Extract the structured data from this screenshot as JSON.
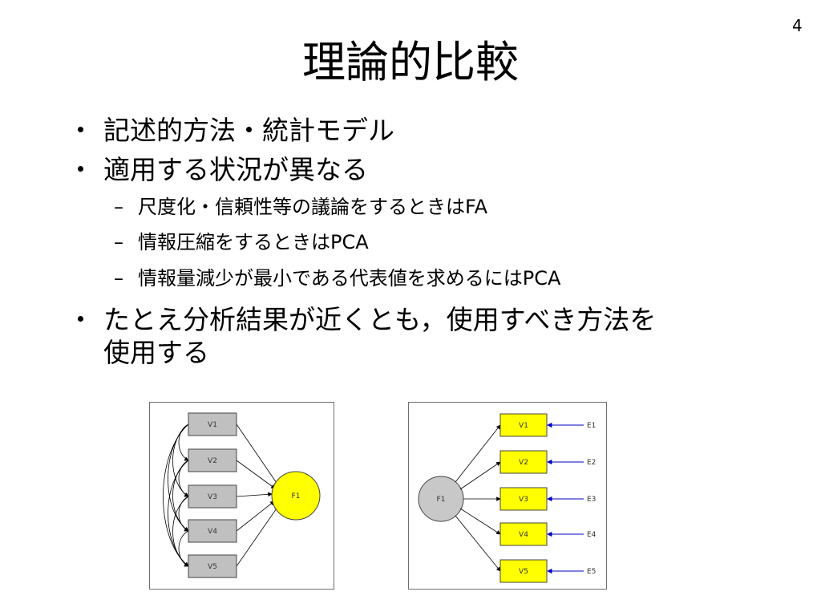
{
  "slide": {
    "page_number": "4",
    "title": "理論的比較",
    "bullets": [
      {
        "marker": "・",
        "text": "記述的方法・統計モデル"
      },
      {
        "marker": "・",
        "text": "適用する状況が異なる",
        "sub": [
          {
            "marker": "–",
            "text": "尺度化・信頼性等の議論をするときはFA"
          },
          {
            "marker": "–",
            "text": "情報圧縮をするときはPCA"
          },
          {
            "marker": "–",
            "text": "情報量減少が最小である代表値を求めるにはPCA"
          }
        ]
      },
      {
        "marker": "・",
        "text": "たとえ分析結果が近くとも，使用すべき方法を",
        "continuation": "使用する"
      }
    ]
  },
  "diagrams": {
    "pca": {
      "variables": [
        "V1",
        "V2",
        "V3",
        "V4",
        "V5"
      ],
      "factor": "F1",
      "colors": {
        "box": "#c0c0c0",
        "circle": "#ffff00",
        "arrow": "#000000"
      }
    },
    "fa": {
      "factor": "F1",
      "variables": [
        "V1",
        "V2",
        "V3",
        "V4",
        "V5"
      ],
      "errors": [
        "E1",
        "E2",
        "E3",
        "E4",
        "E5"
      ],
      "colors": {
        "box": "#ffff00",
        "circle": "#c8c8c8",
        "error_arrow": "#0000c0"
      }
    }
  }
}
